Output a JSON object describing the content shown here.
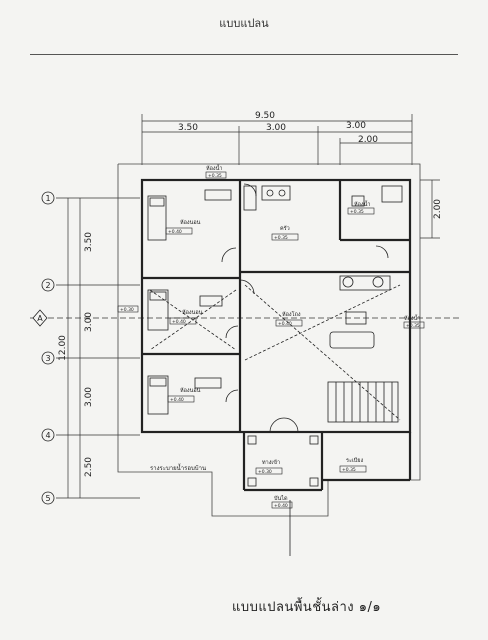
{
  "header": {
    "title": "แบบแปลน"
  },
  "dimensions": {
    "overall": "9.50",
    "top_segments": [
      "3.50",
      "3.00",
      "3.00"
    ],
    "right_segment": "2.00",
    "left_segments": [
      "3.50",
      "3.00",
      "3.00",
      "2.50"
    ],
    "left_total": "12.00",
    "right_side": "2.00"
  },
  "axes": [
    "1",
    "2",
    "3",
    "4",
    "5"
  ],
  "section_marker": "A",
  "rooms": {
    "bedroom1": "ห้องนอน",
    "bedroom2": "ห้องนอน",
    "bedroom3": "ห้องนอน",
    "bathroom1": "ห้องน้ำ",
    "bathroom2": "ห้องน้ำ",
    "bathroom3": "ห้องน้ำ",
    "kitchen": "ครัว",
    "living": "ห้องโถง",
    "porch": "ระเบียง",
    "stair": "บันได",
    "front_porch": "ทางเข้า"
  },
  "levels": {
    "bed1": "+0.40",
    "bed2": "+0.40",
    "bed3": "+0.40",
    "kitchen": "+0.35",
    "living": "+0.40",
    "porch": "+0.35",
    "stair": "+0.40",
    "bath_a": "+0.35",
    "bath_b": "+0.35",
    "bath_c": "+0.35",
    "entry": "+0.30",
    "side": "+0.30"
  },
  "notes": {
    "gutter": "รางระบายน้ำรอบบ้าน"
  },
  "caption": "แบบแปลนพื้นชั้นล่าง ๑/๑"
}
